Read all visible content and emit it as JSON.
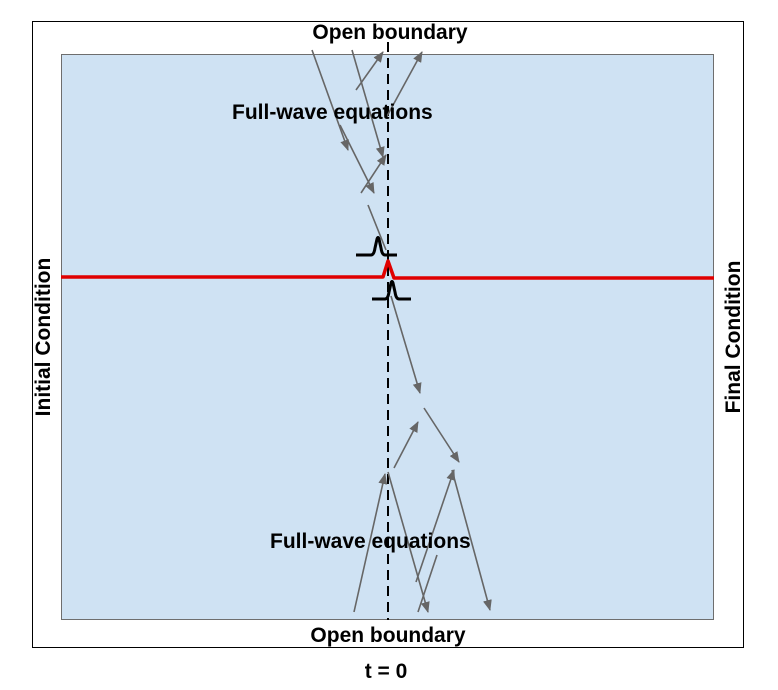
{
  "labels": {
    "top_boundary": "Open boundary",
    "bottom_boundary": "Open boundary",
    "time_label": "t = 0",
    "upper_region": "Full-wave equations",
    "lower_region": "Full-wave equations",
    "left_edge": "Initial Condition",
    "right_edge": "Final Condition"
  },
  "colors": {
    "domain_fill": "#cfe2f3",
    "interface_line": "#e00000",
    "ray_arrows": "#666666",
    "pulses": "#000000"
  }
}
